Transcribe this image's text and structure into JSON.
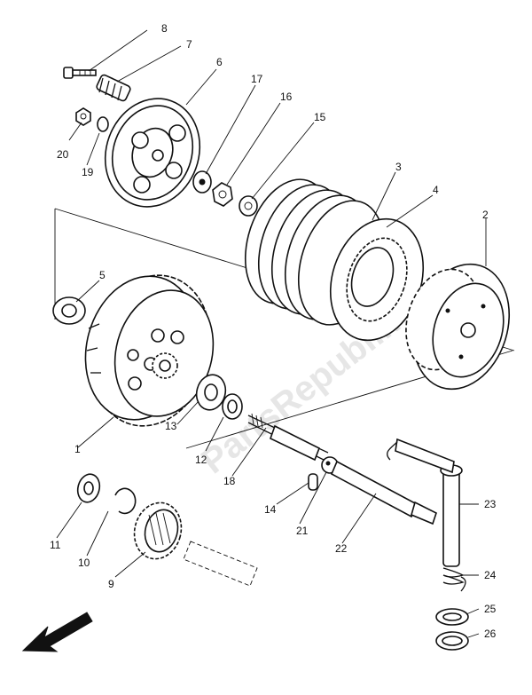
{
  "diagram": {
    "callouts": [
      "1",
      "2",
      "3",
      "4",
      "5",
      "6",
      "7",
      "8",
      "9",
      "10",
      "11",
      "12",
      "13",
      "14",
      "15",
      "16",
      "17",
      "18",
      "19",
      "20",
      "21",
      "22",
      "23",
      "24",
      "25",
      "26"
    ],
    "watermark": "PartsRepublik"
  }
}
